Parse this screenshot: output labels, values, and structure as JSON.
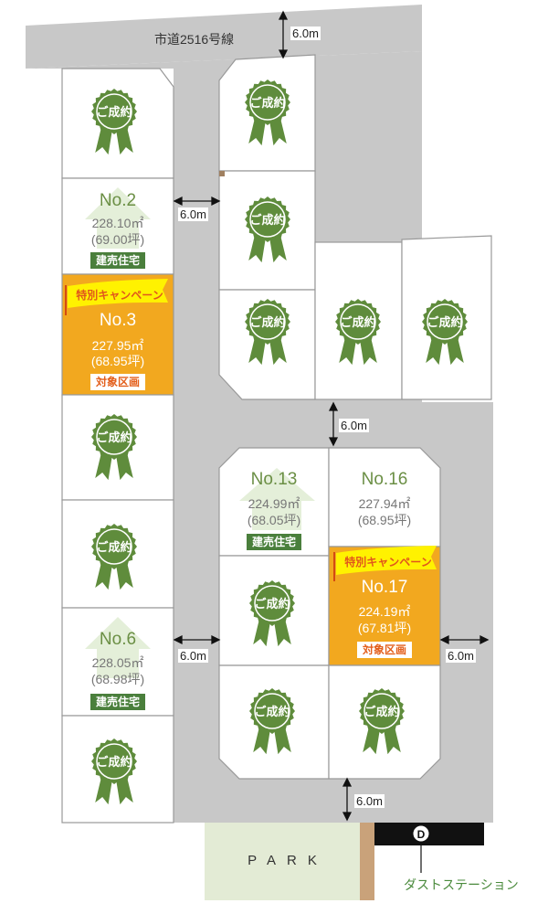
{
  "road": {
    "name": "市道2516号線"
  },
  "dimensions": {
    "top_road_width": "6.0m",
    "road_width": "6.0m"
  },
  "sold_badge": {
    "text": "ご成約"
  },
  "lots": {
    "no2": {
      "no": "No.2",
      "area_m2": "228.10㎡",
      "area_tsubo": "(69.00坪)",
      "tag": "建売住宅"
    },
    "no3": {
      "campaign": "特別キャンペーン",
      "no": "No.3",
      "area_m2": "227.95㎡",
      "area_tsubo": "(68.95坪)",
      "tag": "対象区画"
    },
    "no6": {
      "no": "No.6",
      "area_m2": "228.05㎡",
      "area_tsubo": "(68.98坪)",
      "tag": "建売住宅"
    },
    "no13": {
      "no": "No.13",
      "area_m2": "224.99㎡",
      "area_tsubo": "(68.05坪)",
      "tag": "建売住宅"
    },
    "no16": {
      "no": "No.16",
      "area_m2": "227.94㎡",
      "area_tsubo": "(68.95坪)"
    },
    "no17": {
      "campaign": "特別キャンペーン",
      "no": "No.17",
      "area_m2": "224.19㎡",
      "area_tsubo": "(67.81坪)",
      "tag": "対象区画"
    }
  },
  "park": {
    "label": "PARK"
  },
  "dust_station": {
    "marker": "D",
    "label": "ダストステーション"
  },
  "colors": {
    "road": "#c8c8c8",
    "lot_border": "#999999",
    "campaign": "#f2a81f",
    "sold_green": "#5f8c3c",
    "park": "#e3ebd5"
  }
}
